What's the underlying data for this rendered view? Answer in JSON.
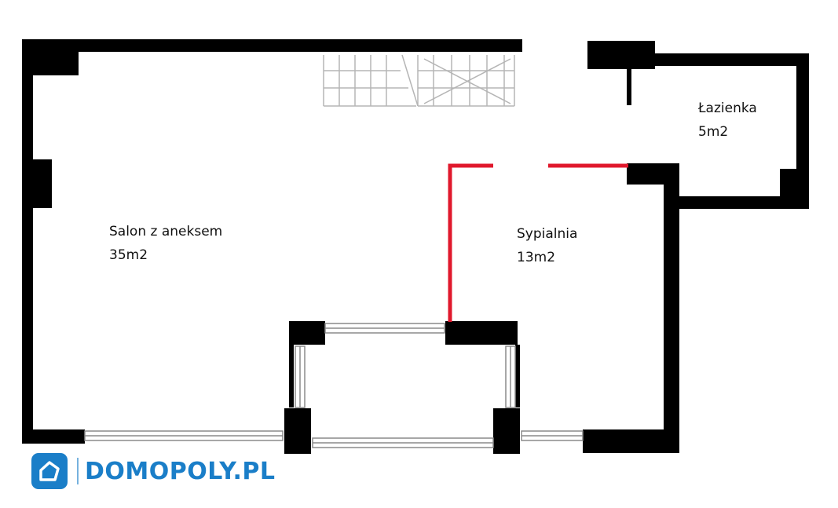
{
  "rooms": {
    "salon": {
      "name": "Salon z aneksem",
      "area": "35m2"
    },
    "sypialnia": {
      "name": "Sypialnia",
      "area": "13m2"
    },
    "lazienka": {
      "name": "Łazienka",
      "area": "5m2"
    }
  },
  "brand": {
    "name": "DOMOPOLY.PL",
    "color": "#1a7ec8"
  },
  "colors": {
    "wall": "#000000",
    "highlight_wall": "#e0182c",
    "window_frame": "#9a9a9a",
    "stair_lines": "#b0b0b0"
  }
}
